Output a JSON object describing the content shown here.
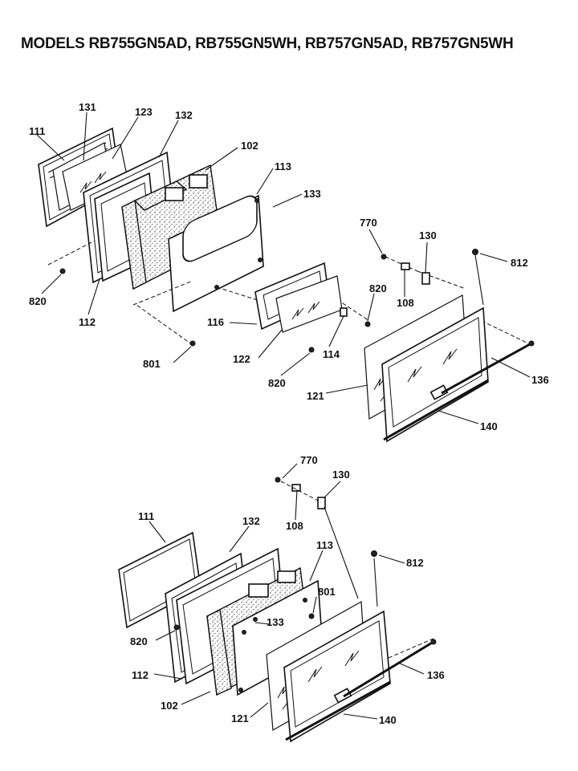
{
  "title": "MODELS RB755GN5AD, RB755GN5WH, RB757GN5AD, RB757GN5WH",
  "top_assembly": {
    "labels": {
      "l111": "111",
      "l131": "131",
      "l123": "123",
      "l132": "132",
      "l102": "102",
      "l113": "113",
      "l133": "133",
      "l770": "770",
      "l130": "130",
      "l812": "812",
      "l820a": "820",
      "l112": "112",
      "l108": "108",
      "l820b": "820",
      "l116": "116",
      "l801": "801",
      "l122": "122",
      "l114": "114",
      "l820c": "820",
      "l121": "121",
      "l136": "136",
      "l140": "140"
    }
  },
  "bottom_assembly": {
    "labels": {
      "l770": "770",
      "l130": "130",
      "l108": "108",
      "l111": "111",
      "l132": "132",
      "l113": "113",
      "l812": "812",
      "l801": "801",
      "l820": "820",
      "l133": "133",
      "l112": "112",
      "l136": "136",
      "l102": "102",
      "l121": "121",
      "l140": "140"
    }
  }
}
